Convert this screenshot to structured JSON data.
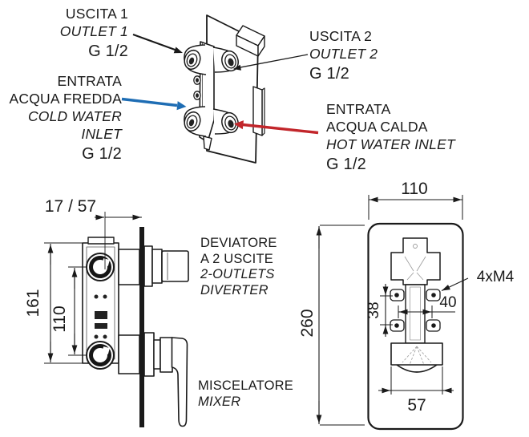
{
  "colors": {
    "ink": "#1a1a1a",
    "cold_arrow": "#1e6db4",
    "hot_arrow": "#c2262b"
  },
  "top_diagram": {
    "outlet1": {
      "it": "USCITA 1",
      "en": "OUTLET 1",
      "thread": "G 1/2"
    },
    "outlet2": {
      "it": "USCITA 2",
      "en": "OUTLET 2",
      "thread": "G 1/2"
    },
    "cold_inlet": {
      "it1": "ENTRATA",
      "it2": "ACQUA FREDDA",
      "en1": "COLD WATER",
      "en2": "INLET",
      "thread": "G 1/2"
    },
    "hot_inlet": {
      "it1": "ENTRATA",
      "it2": "ACQUA CALDA",
      "en": "HOT WATER INLET",
      "thread": "G 1/2"
    }
  },
  "side_view": {
    "dim_depth": "17 / 57",
    "dim_height": "161",
    "dim_port_spacing": "110",
    "diverter": {
      "it1": "DEVIATORE",
      "it2": "A 2 USCITE",
      "en1": "2-OUTLETS",
      "en2": "DIVERTER"
    },
    "mixer": {
      "it": "MISCELATORE",
      "en": "MIXER"
    }
  },
  "front_view": {
    "dim_width": "110",
    "dim_height": "260",
    "dim_screw_v": "38",
    "dim_screw_h": "40",
    "screw_note": "4xM4",
    "dim_body_width": "57"
  }
}
